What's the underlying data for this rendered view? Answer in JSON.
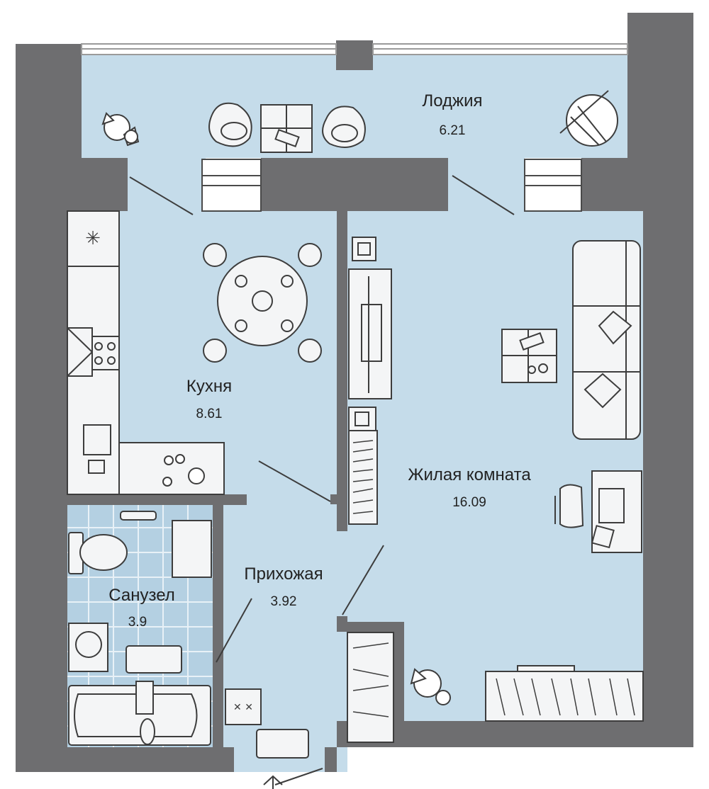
{
  "rooms": {
    "loggia": {
      "name": "Лоджия",
      "area": "6.21"
    },
    "kitchen": {
      "name": "Кухня",
      "area": "8.61"
    },
    "living": {
      "name": "Жилая комната",
      "area": "16.09"
    },
    "hallway": {
      "name": "Прихожая",
      "area": "3.92"
    },
    "bathroom": {
      "name": "Санузел",
      "area": "3.9"
    }
  },
  "colors": {
    "wall": "#6e6e70",
    "floor": "#c5dcea",
    "tile": "#b4d0e2",
    "furniture": "#f4f5f6",
    "line": "#3d3d3d"
  }
}
